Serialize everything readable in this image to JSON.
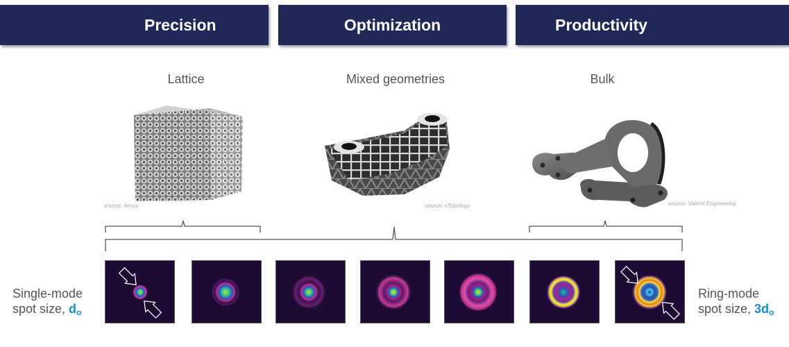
{
  "headers": [
    {
      "label": "Precision"
    },
    {
      "label": "Optimization"
    },
    {
      "label": "Productivity"
    }
  ],
  "categories": [
    {
      "label": "Lattice",
      "source": "source: Ansys",
      "image": "lattice-cube"
    },
    {
      "label": "Mixed geometries",
      "source": "source: nTopology",
      "image": "mixed-geometry-bracket"
    },
    {
      "label": "Bulk",
      "source": "source: Valenti Engineering",
      "image": "bulk-bracket"
    }
  ],
  "beam_profiles": {
    "count": 7,
    "colormap": [
      "#1e0b34",
      "#b0207a",
      "#e040a0",
      "#3050c0",
      "#20c0e0",
      "#40d080",
      "#f0e030",
      "#f08020"
    ],
    "items": [
      {
        "index": 1,
        "mode": "single-mode",
        "arrows": true
      },
      {
        "index": 2,
        "mode": "transition",
        "arrows": false
      },
      {
        "index": 3,
        "mode": "transition",
        "arrows": false
      },
      {
        "index": 4,
        "mode": "transition",
        "arrows": false
      },
      {
        "index": 5,
        "mode": "transition",
        "arrows": false
      },
      {
        "index": 6,
        "mode": "transition",
        "arrows": false
      },
      {
        "index": 7,
        "mode": "ring-mode",
        "arrows": true
      }
    ]
  },
  "left_label": {
    "line1": "Single-mode",
    "line2": "spot size, ",
    "symbol": "d",
    "subscript": "o"
  },
  "right_label": {
    "line1": "Ring-mode",
    "line2": "spot size, ",
    "symbol": "3d",
    "subscript": "o"
  },
  "colors": {
    "header_bg": "#202858",
    "header_text": "#ffffff",
    "accent": "#1a8ec4",
    "label_text": "#555555"
  }
}
